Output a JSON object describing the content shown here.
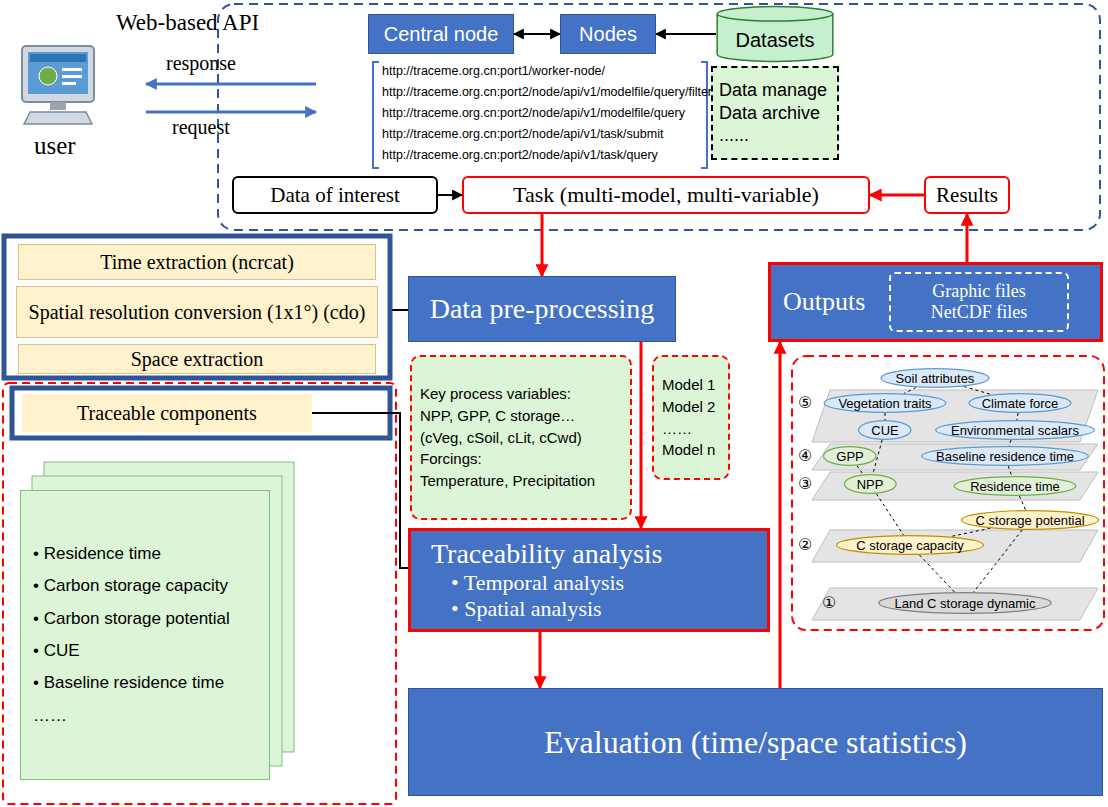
{
  "diagram": {
    "nodes": [
      {
        "text": [
          "Central node"
        ]
      },
      {
        "text": [
          "Nodes"
        ]
      },
      {
        "text": [
          "Datasets"
        ]
      },
      {
        "text": [
          "Data manage",
          "Data archive",
          "......"
        ]
      },
      {
        "text": [
          "Data of interest"
        ]
      },
      {
        "text": [
          "Task (multi-model, multi-variable)"
        ]
      },
      {
        "text": [
          "Results"
        ]
      },
      {
        "text": [
          "Time extraction (ncrcat)"
        ]
      },
      {
        "text": [
          "Spatial resolution conversion (1x1°) (cdo)"
        ]
      },
      {
        "text": [
          "Space extraction"
        ]
      },
      {
        "text": [
          "Data pre-processing"
        ]
      },
      {
        "text": [
          "Outputs"
        ]
      },
      {
        "text": [
          "Graphic files",
          "NetCDF files"
        ],
        "in": 11
      },
      {
        "text": [
          "Key process variables:",
          "NPP, GPP, C storage…",
          "(cVeg, cSoil, cLit, cCwd)",
          "Forcings:",
          "Temperature, Precipitation"
        ]
      },
      {
        "text": [
          "Model 1",
          "Model 2",
          "……",
          "Model n"
        ]
      },
      {
        "text": [
          "Traceable components"
        ]
      },
      {
        "text": [
          "• Residence time",
          "• Carbon storage capacity",
          "• Carbon storage potential",
          "• CUE",
          "• Baseline residence time",
          "……"
        ]
      },
      {
        "text": [
          "Traceability analysis",
          "• Temporal analysis",
          "• Spatial analysis"
        ]
      },
      {
        "text": [
          "Evaluation (time/space statistics)"
        ]
      },
      {
        "text": [
          "Soil attributes"
        ]
      },
      {
        "text": [
          "Vegetation traits"
        ]
      },
      {
        "text": [
          "Climate force"
        ]
      },
      {
        "text": [
          "CUE"
        ]
      },
      {
        "text": [
          "Environmental scalars"
        ]
      },
      {
        "text": [
          "GPP"
        ]
      },
      {
        "text": [
          "Baseline residence time"
        ]
      },
      {
        "text": [
          "NPP"
        ]
      },
      {
        "text": [
          "Residence time"
        ]
      },
      {
        "text": [
          "C storage potential"
        ]
      },
      {
        "text": [
          "C storage capacity"
        ]
      },
      {
        "text": [
          "Land C storage dynamic"
        ]
      }
    ],
    "edges": [
      {
        "from": 0,
        "to": 1,
        "arrow": "both"
      },
      {
        "from": 2,
        "to": 1,
        "arrow": "to"
      },
      {
        "from": 4,
        "to": 5,
        "arrow": "to"
      },
      {
        "from": 6,
        "to": 5,
        "arrow": "to"
      },
      {
        "from": 5,
        "to": 10,
        "arrow": "to"
      },
      {
        "from": 10,
        "to": 17,
        "arrow": "to"
      },
      {
        "from": 17,
        "to": 18,
        "arrow": "to"
      },
      {
        "from": 18,
        "to": 11,
        "arrow": "to"
      },
      {
        "from": 11,
        "to": 6,
        "arrow": "to"
      },
      {
        "from": 15,
        "to": 17,
        "arrow": "none"
      },
      {
        "from": 19,
        "to": 20,
        "arrow": "none"
      },
      {
        "from": 19,
        "to": 21,
        "arrow": "none"
      },
      {
        "from": 20,
        "to": 22,
        "arrow": "none"
      },
      {
        "from": 21,
        "to": 23,
        "arrow": "none"
      },
      {
        "from": 22,
        "to": 26,
        "arrow": "none"
      },
      {
        "from": 24,
        "to": 26,
        "arrow": "none"
      },
      {
        "from": 23,
        "to": 25,
        "arrow": "none"
      },
      {
        "from": 25,
        "to": 27,
        "arrow": "none"
      },
      {
        "from": 26,
        "to": 29,
        "arrow": "none"
      },
      {
        "from": 27,
        "to": 28,
        "arrow": "none"
      },
      {
        "from": 28,
        "to": 29,
        "arrow": "none"
      },
      {
        "from": 29,
        "to": 30,
        "arrow": "none"
      },
      {
        "from": 28,
        "to": 30,
        "arrow": "none"
      }
    ],
    "labels": [
      "Web-based API",
      "response",
      "request",
      "user",
      "http://traceme.org.cn:port1/worker-node/",
      "http://traceme.org.cn:port2/node/api/v1/modelfile/query/filter",
      "http://traceme.org.cn:port2/node/api/v1/modelfile/query",
      "http://traceme.org.cn:port2/node/api/v1/task/submit",
      "http://traceme.org.cn:port2/node/api/v1/task/query",
      "⑤",
      "④",
      "③",
      "②",
      "①"
    ]
  }
}
